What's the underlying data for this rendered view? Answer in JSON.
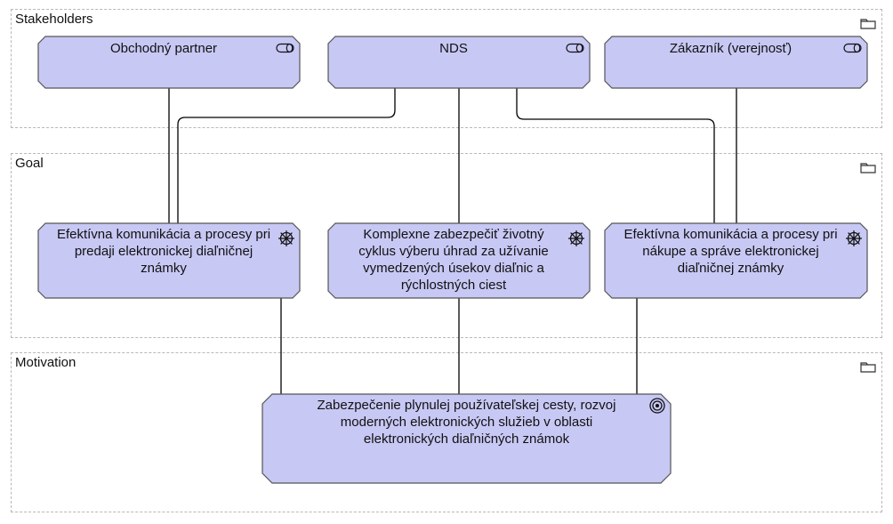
{
  "groups": {
    "stakeholders": {
      "label": "Stakeholders",
      "icon": "folder-icon"
    },
    "goal": {
      "label": "Goal",
      "icon": "folder-icon"
    },
    "motivation": {
      "label": "Motivation",
      "icon": "folder-icon"
    }
  },
  "stakeholders": {
    "partner": {
      "label": "Obchodný partner",
      "icon": "stakeholder-role-icon"
    },
    "nds": {
      "label": "NDS",
      "icon": "stakeholder-role-icon"
    },
    "zakaznik": {
      "label": "Zákazník (verejnosť)",
      "icon": "stakeholder-role-icon"
    }
  },
  "goals": {
    "predaj": {
      "label": "Efektívna komunikácia a procesy pri predaji elektronickej diaľničnej známky",
      "icon": "driver-wheel-icon"
    },
    "cyklus": {
      "label": "Komplexne zabezpečiť životný cyklus výberu úhrad za užívanie vymedzených úsekov diaľnic a rýchlostných ciest",
      "icon": "driver-wheel-icon"
    },
    "nakup": {
      "label": "Efektívna komunikácia a procesy pri nákupe a správe elektronickej diaľničnej známky",
      "icon": "driver-wheel-icon"
    }
  },
  "motivation": {
    "cesta": {
      "label": "Zabezpečenie plynulej používateľskej cesty, rozvoj moderných elektronických služieb v oblasti elektronických diaľničných známok",
      "icon": "goal-target-icon"
    }
  },
  "colors": {
    "node_fill": "#c8c8f5",
    "node_stroke": "#555555",
    "group_border": "#b8b8b8",
    "connector": "#000000"
  }
}
